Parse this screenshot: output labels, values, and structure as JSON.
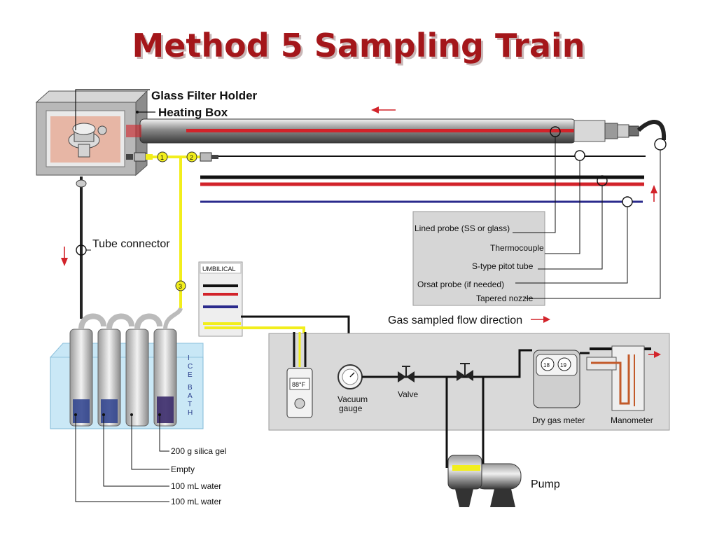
{
  "title": "Method 5 Sampling Train",
  "labels": {
    "glass_filter_holder": "Glass Filter Holder",
    "heating_box": "Heating Box",
    "tube_connector": "Tube connector",
    "umbilical": "UMBILICAL",
    "ice_bath_letters": [
      "I",
      "C",
      "E",
      "B",
      "A",
      "T",
      "H"
    ],
    "lined_probe": "Lined probe (SS or glass)",
    "thermocouple": "Thermocouple",
    "s_type_pitot": "S-type pitot tube",
    "orsat_probe": "Orsat probe (if needed)",
    "tapered_nozzle": "Tapered nozzle",
    "gas_flow_direction": "Gas sampled flow direction",
    "vacuum_gauge_1": "Vacuum",
    "vacuum_gauge_2": "gauge",
    "valve": "Valve",
    "dry_gas_meter": "Dry gas meter",
    "manometer": "Manometer",
    "pump": "Pump",
    "silica_gel": "200 g silica gel",
    "empty": "Empty",
    "water_1": "100 mL water",
    "water_2": "100 mL water",
    "thermometer_reading": "88°F",
    "meter_dials": [
      "18",
      "19"
    ],
    "connector_numbers": [
      "1",
      "2",
      "3"
    ]
  },
  "colors": {
    "title": "#a4161a",
    "probe_red": "#d2232a",
    "line_blue": "#2a2a8c",
    "umbilical_yellow": "#f2ee1c",
    "panel_gray": "#d9d9d9",
    "ice_water": "#bfe3f5"
  }
}
